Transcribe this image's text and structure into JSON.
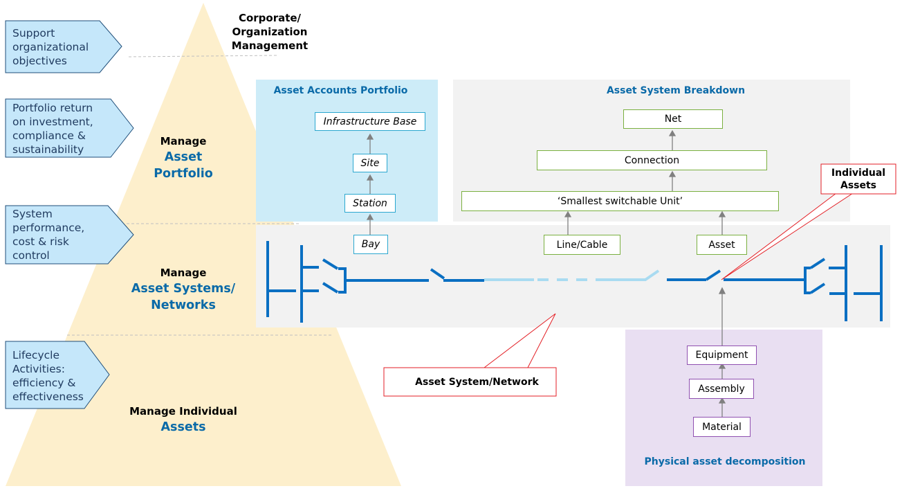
{
  "diagram": {
    "colors": {
      "pyramid_fill": "#fdefcc",
      "arrow_box_fill": "#c5e7fa",
      "arrow_box_border": "#1f4e79",
      "accent_blue": "#0a6aa8",
      "portfolio_panel": "#cdecf8",
      "system_panel": "#f2f2f2",
      "physical_panel": "#e9dff2",
      "network_line": "#0a6fc2",
      "network_line_light": "#a9dbf1",
      "callout_border": "#e31e24",
      "connector_gray": "#808080"
    },
    "left_arrows": [
      {
        "lines": [
          "Support",
          "organizational",
          "objectives"
        ]
      },
      {
        "lines": [
          "Portfolio return",
          "on investment,",
          "compliance &",
          "sustainability"
        ]
      },
      {
        "lines": [
          "System",
          "performance,",
          "cost & risk",
          "control"
        ]
      },
      {
        "lines": [
          "Lifecycle",
          "Activities:",
          "efficiency &",
          "effectiveness"
        ]
      }
    ],
    "pyramid_levels": [
      {
        "lines": [
          "Corporate/",
          "Organization",
          "Management"
        ],
        "highlight": []
      },
      {
        "prefix": "Manage",
        "highlight": [
          "Asset",
          "Portfolio"
        ]
      },
      {
        "prefix": "Manage",
        "highlight": [
          "Asset Systems/",
          "Networks"
        ]
      },
      {
        "prefix": "Manage Individual",
        "highlight": [
          "Assets"
        ]
      }
    ],
    "asset_accounts_portfolio": {
      "title": "Asset Accounts Portfolio",
      "nodes": [
        "Infrastructure Base",
        "Site",
        "Station",
        "Bay"
      ]
    },
    "asset_system_breakdown": {
      "title": "Asset System Breakdown",
      "nodes": {
        "net": "Net",
        "connection": "Connection",
        "smallest_unit": "‘Smallest switchable Unit’",
        "line_cable": "Line/Cable",
        "asset": "Asset"
      }
    },
    "physical_asset_decomposition": {
      "title": "Physical asset decomposition",
      "nodes": [
        "Equipment",
        "Assembly",
        "Material"
      ]
    },
    "callouts": {
      "individual_assets": [
        "Individual",
        "Assets"
      ],
      "asset_system_network": "Asset System/Network"
    }
  }
}
